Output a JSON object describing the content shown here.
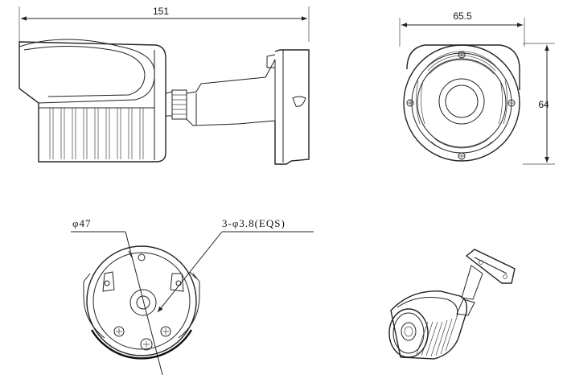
{
  "dimensions": {
    "side_length": "151",
    "front_width": "65.5",
    "front_height": "64"
  },
  "labels": {
    "base_diameter": "φ47",
    "screw_holes": "3-φ3.8(EQS)"
  },
  "icons": {
    "side_view": "camera-side-view-drawing",
    "front_view": "camera-front-view-drawing",
    "base_view": "camera-base-view-drawing",
    "iso_view": "camera-isometric-view-drawing"
  }
}
